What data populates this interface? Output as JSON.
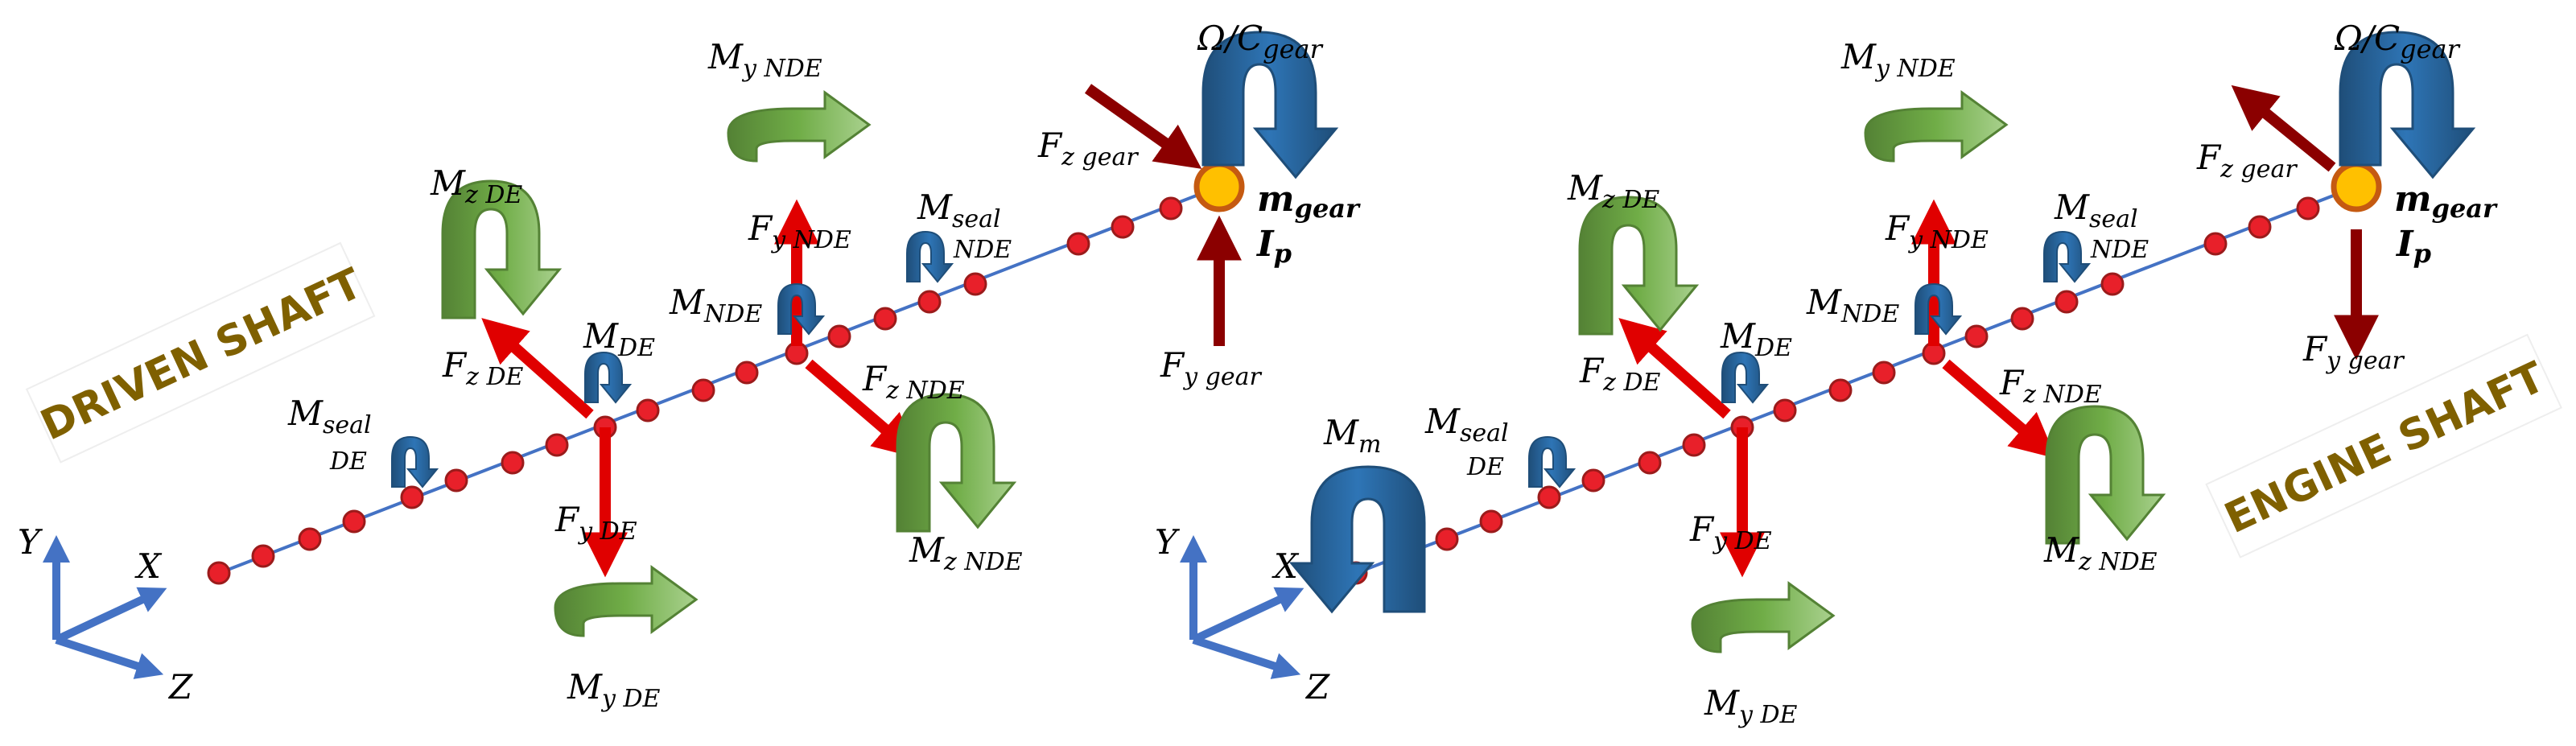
{
  "driven_shaft": {
    "title": "DRIVEN SHAFT",
    "labels": {
      "omega": "Ω/C",
      "gear_sub": "gear",
      "m_gear": "m",
      "m_gear_sub": "gear",
      "i_p": "I",
      "i_p_sub": "p",
      "fz_gear": "F",
      "fz_gear_sub": "z gear",
      "fy_gear": "F",
      "fy_gear_sub": "y gear",
      "my_nde": "M",
      "my_nde_sub": "y NDE",
      "fy_nde": "F",
      "fy_nde_sub": "y NDE",
      "mseal_nde": "M",
      "mseal_nde_sub1": "seal",
      "mseal_nde_sub2": "NDE",
      "m_nde": "M",
      "m_nde_sub": "NDE",
      "fz_nde": "F",
      "fz_nde_sub": "z NDE",
      "mz_nde": "M",
      "mz_nde_sub": "z NDE",
      "mz_de": "M",
      "mz_de_sub": "z DE",
      "fz_de": "F",
      "fz_de_sub": "z DE",
      "m_de": "M",
      "m_de_sub": "DE",
      "mseal_de": "M",
      "mseal_de_sub1": "seal",
      "mseal_de_sub2": "DE",
      "fy_de": "F",
      "fy_de_sub": "y DE",
      "my_de": "M",
      "my_de_sub": "y DE",
      "axis_y": "Y",
      "axis_x": "X",
      "axis_z": "Z"
    }
  },
  "engine_shaft": {
    "title": "ENGINE SHAFT",
    "labels": {
      "omega": "Ω/C",
      "gear_sub": "gear",
      "m_gear": "m",
      "m_gear_sub": "gear",
      "i_p": "I",
      "i_p_sub": "p",
      "fz_gear": "F",
      "fz_gear_sub": "z gear",
      "fy_gear": "F",
      "fy_gear_sub": "y gear",
      "my_nde": "M",
      "my_nde_sub": "y NDE",
      "fy_nde": "F",
      "fy_nde_sub": "y NDE",
      "mseal_nde": "M",
      "mseal_nde_sub1": "seal",
      "mseal_nde_sub2": "NDE",
      "m_nde": "M",
      "m_nde_sub": "NDE",
      "fz_nde": "F",
      "fz_nde_sub": "z NDE",
      "mz_nde": "M",
      "mz_nde_sub": "z NDE",
      "mz_de": "M",
      "mz_de_sub": "z DE",
      "fz_de": "F",
      "fz_de_sub": "z DE",
      "m_de": "M",
      "m_de_sub": "DE",
      "mseal_de": "M",
      "mseal_de_sub1": "seal",
      "mseal_de_sub2": "DE",
      "fy_de": "F",
      "fy_de_sub": "y DE",
      "my_de": "M",
      "my_de_sub": "y DE",
      "m_m": "M",
      "m_m_sub": "m",
      "axis_y": "Y",
      "axis_x": "X",
      "axis_z": "Z"
    }
  },
  "colors": {
    "shaft_line": "#4472c4",
    "node": "#e8202a",
    "gear": "#ffc000",
    "gear_outline": "#c55a11",
    "force_arrow": "#e00000",
    "gear_force_arrow": "#8b0000",
    "moment_green": "#70ad47",
    "moment_blue": "#1f4e79",
    "title_text": "#7f6000"
  }
}
